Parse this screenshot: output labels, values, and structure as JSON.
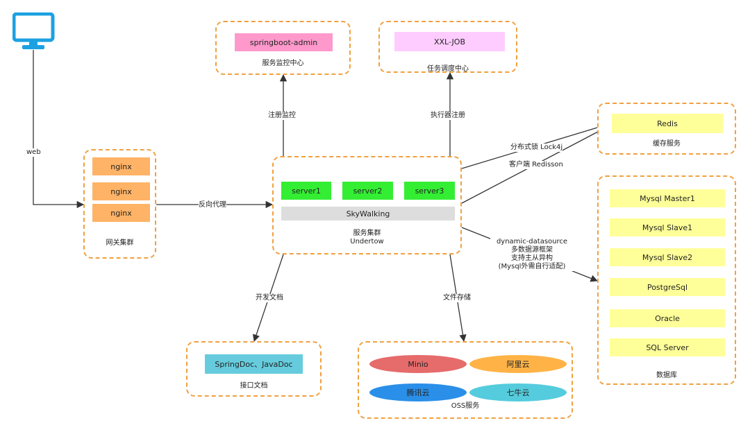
{
  "colors": {
    "group_border": "#f0a040",
    "nginx": "#ffb366",
    "server": "#33ee33",
    "skywalking": "#dddddd",
    "admin": "#ff99cc",
    "xxljob": "#ffccff",
    "cache_db": "#ffff99",
    "doc": "#66ccdd",
    "minio": "#e66b6b",
    "aliyun": "#ffb347",
    "tencent": "#2a8fe8",
    "qiniu": "#55ccdd",
    "monitor_icon": "#1ba1e2",
    "arrow": "#333333"
  },
  "client": {
    "icon": "monitor-icon"
  },
  "gateway": {
    "nodes": [
      "nginx",
      "nginx",
      "nginx"
    ],
    "caption": "网关集群"
  },
  "cluster": {
    "servers": [
      "server1",
      "server2",
      "server3"
    ],
    "tracing": "SkyWalking",
    "caption_line1": "服务集群",
    "caption_line2": "Undertow"
  },
  "admin": {
    "node": "springboot-admin",
    "caption": "服务监控中心"
  },
  "job": {
    "node": "XXL-JOB",
    "caption": "任务调度中心"
  },
  "cache": {
    "node": "Redis",
    "caption": "缓存服务"
  },
  "database": {
    "nodes": [
      "Mysql Master1",
      "Mysql Slave1",
      "Mysql Slave2",
      "PostgreSql",
      "Oracle",
      "SQL Server"
    ],
    "caption": "数据库"
  },
  "docs": {
    "node": "SpringDoc、JavaDoc",
    "caption": "接口文档"
  },
  "oss": {
    "nodes": [
      "Minio",
      "阿里云",
      "腾讯云",
      "七牛云"
    ],
    "caption": "OSS服务"
  },
  "edges": {
    "web": "web",
    "proxy": "反向代理",
    "register_monitor": "注册监控",
    "executor_register": "执行器注册",
    "lock": "分布式锁 Lock4j",
    "redis_client": "客户端 Redisson",
    "datasource": [
      "dynamic-datasource",
      "多数据源框架",
      "支持主从异构",
      "(Mysql外需自行适配)"
    ],
    "dev_docs": "开发文档",
    "file_storage": "文件存储"
  }
}
